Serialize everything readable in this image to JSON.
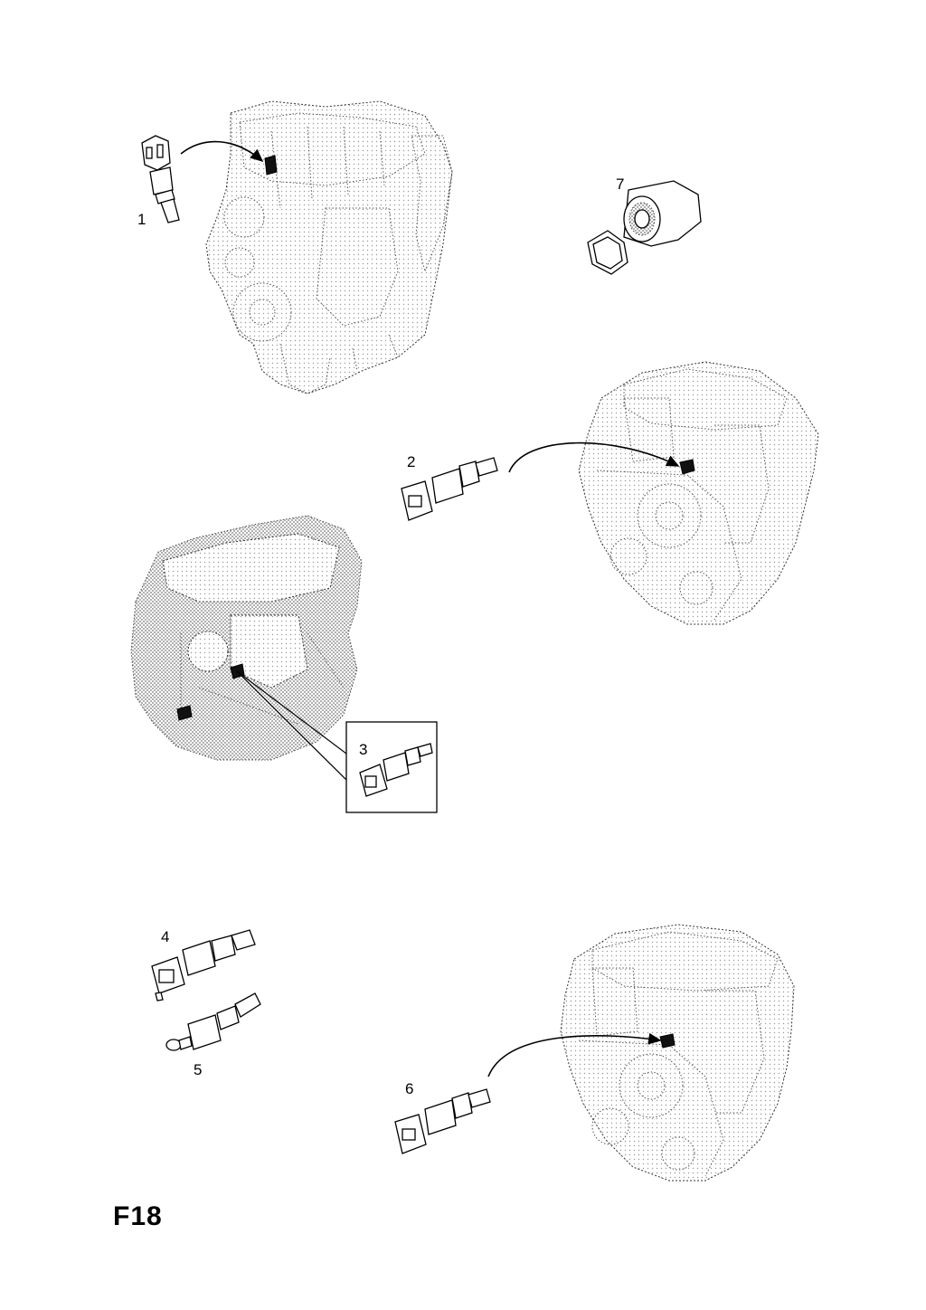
{
  "sheet_code": "F18",
  "callouts": [
    "1",
    "2",
    "3",
    "4",
    "5",
    "6",
    "7"
  ]
}
